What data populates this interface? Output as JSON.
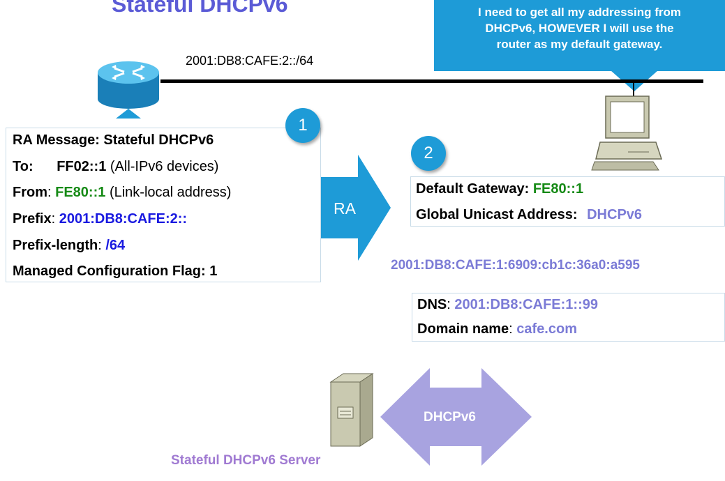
{
  "title": "Stateful DHCPv6",
  "callout": {
    "line1": "I need to get all my addressing from",
    "line2": "DHCPv6, HOWEVER I will use the",
    "line3": "router as my default gateway."
  },
  "network_prefix": "2001:DB8:CAFE:2::/64",
  "steps": {
    "one": "1",
    "two": "2"
  },
  "ra_message": {
    "heading": "RA Message: Stateful DHCPv6",
    "to_label": "To",
    "to_value": "FF02::1",
    "to_note": "(All-IPv6 devices)",
    "from_label": "From",
    "from_value": "FE80::1",
    "from_note": "(Link-local address)",
    "prefix_label": "Prefix",
    "prefix_value": "2001:DB8:CAFE:2::",
    "prefix_length_label": "Prefix-length",
    "prefix_length_value": "/64",
    "flag_line": "Managed Configuration Flag: 1"
  },
  "ra_arrow_label": "RA",
  "host_config": {
    "gateway_label": "Default Gateway",
    "gateway_value": "FE80::1",
    "gua_label": "Global Unicast Address:",
    "gua_value": "DHCPv6",
    "assigned_address": "2001:DB8:CAFE:1:6909:cb1c:36a0:a595",
    "dns_label": "DNS",
    "dns_value": "2001:DB8:CAFE:1::99",
    "domain_label": "Domain name",
    "domain_value": "cafe.com"
  },
  "dhcp_arrow_label": "DHCPv6",
  "server_label": "Stateful DHCPv6 Server",
  "colors": {
    "callout_blue": "#1e9bd7",
    "green": "#168a16",
    "blue": "#1a1ae0",
    "lavender": "#7b7bd6",
    "dhcp_arrow": "#a8a3e0",
    "server_label": "#a07ad2"
  }
}
